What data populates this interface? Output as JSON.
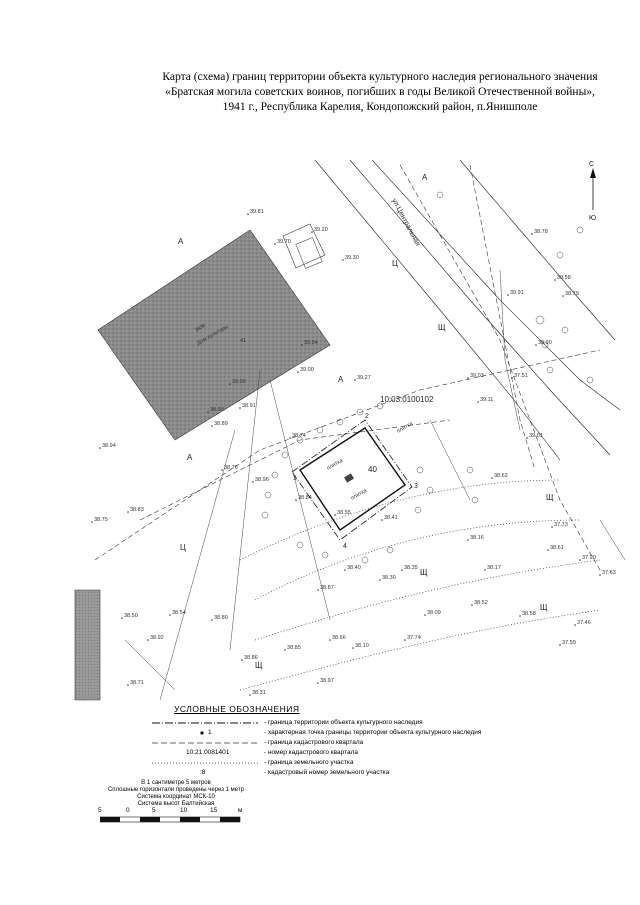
{
  "title": "Карта (схема) границ территории объекта культурного наследия регионального значения «Братская могила советских воинов, погибших в годы Великой Отечественной войны», 1941 г., Республика Карелия, Кондопожский район, п.Янишполе",
  "map": {
    "cadastral_quarter_label": "10:03:0100102",
    "object_number_label": "40",
    "street_label": "ул.Центральная",
    "building_labels": [
      "3КЖ",
      "Дом культуры",
      "41"
    ],
    "tile_labels": [
      "плитка",
      "плитка",
      "плитка"
    ],
    "boundary_point_labels": [
      "1",
      "2",
      "3",
      "4"
    ],
    "north_arrow": {
      "north": "С",
      "south": "Ю"
    },
    "height_marks": [
      "39.81",
      "39.20",
      "39.30",
      "39.70",
      "38.94",
      "39.00",
      "39.09",
      "38.93",
      "38.91",
      "39.94",
      "38.89",
      "39.27",
      "38.74",
      "38.76",
      "38.96",
      "38.75",
      "38.83",
      "38.84",
      "38.55",
      "38.41",
      "38.40",
      "38.30",
      "38.35",
      "38.09",
      "38.16",
      "38.17",
      "38.52",
      "38.58",
      "38.61",
      "38.87",
      "38.66",
      "38.85",
      "38.86",
      "38.97",
      "38.92",
      "38.80",
      "38.54",
      "38.50",
      "38.71",
      "38.31",
      "38.10",
      "37.74",
      "37.73",
      "37.90",
      "37.63",
      "37.59",
      "37.46",
      "37.51",
      "39.03",
      "39.11",
      "39.91",
      "39.58",
      "38.78",
      "38.79",
      "38.90",
      "38.62",
      "39.01"
    ]
  },
  "legend": {
    "title": "УСЛОВНЫЕ ОБОЗНАЧЕНИЯ",
    "items": [
      {
        "symbol": "",
        "text": "- граница территории объекта культурного наследия"
      },
      {
        "symbol": "1",
        "text": "- характерная точка границы территории объекта культурного наследия"
      },
      {
        "symbol": "",
        "text": "- граница кадастрового квартала"
      },
      {
        "symbol": "10:21:0081401",
        "text": "- номер кадастрового квартала"
      },
      {
        "symbol": "",
        "text": "- граница земельного участка"
      },
      {
        "symbol": ":8",
        "text": "- кадастровый номер земельного участка"
      }
    ]
  },
  "scale": {
    "lines": [
      "В 1 сантиметре 5 метров",
      "Сплошные горизонтали проведены через 1 метр",
      "Система координат МСК-10",
      "Система высот Балтийская"
    ],
    "ticks": [
      "5",
      "0",
      "5",
      "10",
      "15",
      "м"
    ]
  }
}
